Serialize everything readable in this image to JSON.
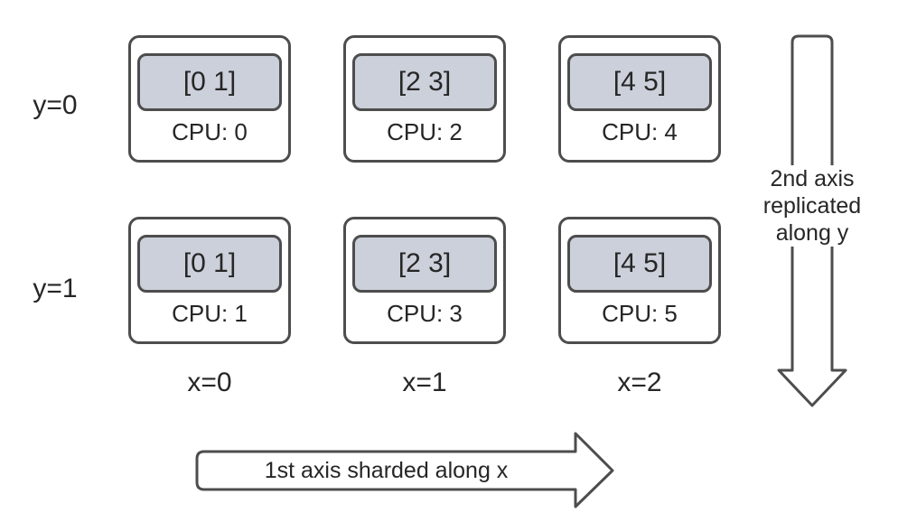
{
  "row_labels": [
    "y=0",
    "y=1"
  ],
  "col_labels": [
    "x=0",
    "x=1",
    "x=2"
  ],
  "devices": [
    {
      "shard": "[0 1]",
      "cpu": "CPU: 0"
    },
    {
      "shard": "[2 3]",
      "cpu": "CPU: 2"
    },
    {
      "shard": "[4 5]",
      "cpu": "CPU: 4"
    },
    {
      "shard": "[0 1]",
      "cpu": "CPU: 1"
    },
    {
      "shard": "[2 3]",
      "cpu": "CPU: 3"
    },
    {
      "shard": "[4 5]",
      "cpu": "CPU: 5"
    }
  ],
  "annotations": {
    "y_axis": "2nd axis\nreplicated\nalong y",
    "x_axis": "1st axis sharded along x"
  },
  "colors": {
    "outline": "#4d4d4d",
    "shard_fill": "#cbd0da",
    "text": "#262626",
    "background": "#ffffff"
  }
}
